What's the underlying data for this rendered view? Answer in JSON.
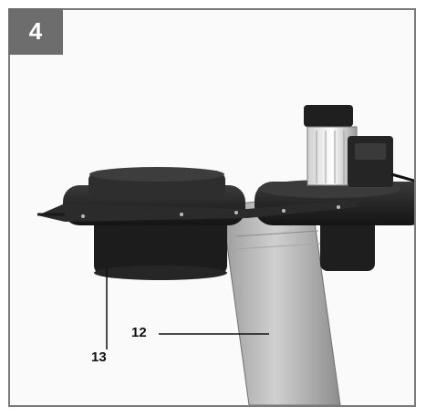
{
  "figure": {
    "number": "4",
    "callouts": [
      {
        "id": "12",
        "label": "12"
      },
      {
        "id": "13",
        "label": "13"
      }
    ]
  },
  "colors": {
    "frame_border": "#7a7a7a",
    "badge_bg": "#6d6d6d",
    "badge_text": "#ffffff",
    "housing": "#2a2a2a",
    "chute": "#b9b9b9"
  }
}
